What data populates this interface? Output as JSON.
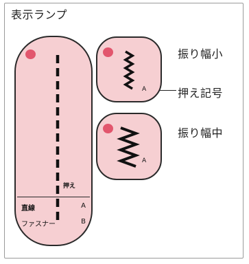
{
  "labels": {
    "indicator_lamp": "表示ランプ",
    "width_small": "振り幅小",
    "presser_mark": "押え記号",
    "width_medium": "振り幅中"
  },
  "main_panel": {
    "push_label": "押え",
    "rows": [
      {
        "mode": "直線",
        "mark": "A"
      },
      {
        "mode": "ファスナー",
        "mark": "B"
      }
    ]
  },
  "small_panel": {
    "mark": "A"
  },
  "medium_panel": {
    "mark": "A"
  },
  "colors": {
    "panel_fill": "#f6cfd2",
    "lamp": "#e2566d",
    "outline": "#2a2a2a"
  }
}
